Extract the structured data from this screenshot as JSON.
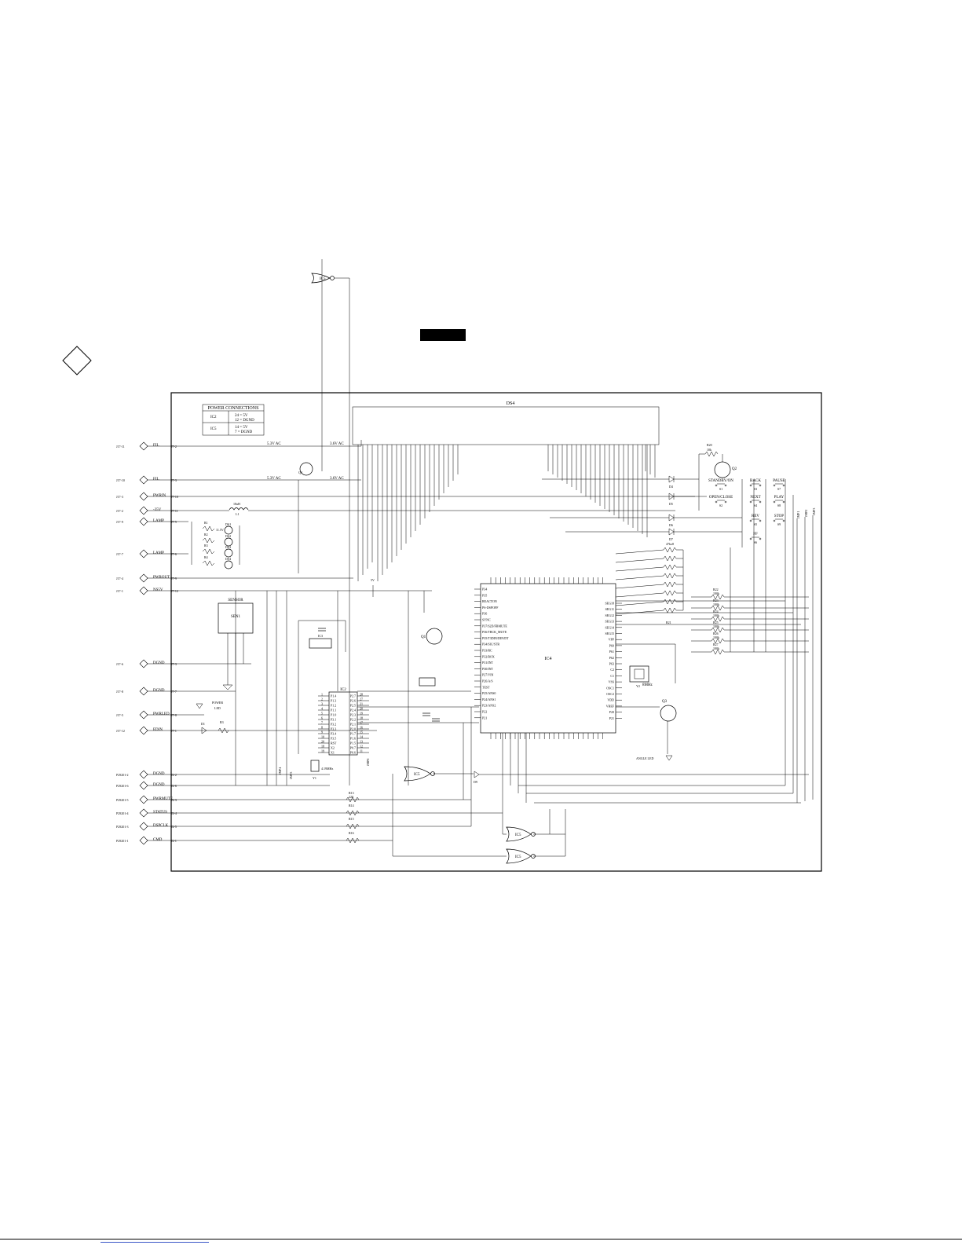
{
  "diagram": {
    "power_box": {
      "title": "POWER CONNECTIONS",
      "rows": [
        {
          "ic": "IC2",
          "pins": "24 = 5V",
          "pins2": "12 = DGND"
        },
        {
          "ic": "IC5",
          "pins": "14 = 5V",
          "pins2": "7 = DGND"
        }
      ]
    },
    "display_label": "DS4",
    "main_ic": "IC4",
    "left_connectors": [
      {
        "ref": "J17-11",
        "net": "FIL",
        "pin": "J7-2"
      },
      {
        "ref": "J17-10",
        "net": "FIL",
        "pin": "J7-3"
      },
      {
        "ref": "J17-3",
        "net": "PWRIN",
        "pin": "J7-10"
      },
      {
        "ref": "J17-2",
        "net": "-35V",
        "pin": "J7-11"
      },
      {
        "ref": "J17-9",
        "net": "LAMP",
        "pin": "J7-5"
      },
      {
        "ref": "J17-7",
        "net": "LAMP",
        "pin": "J7-6"
      },
      {
        "ref": "J17-4",
        "net": "PWROUT",
        "pin": "J7-9"
      },
      {
        "ref": "J17-1",
        "net": "NS5V",
        "pin": "J7-12"
      },
      {
        "ref": "J17-6",
        "net": "DGND",
        "pin": "J7-3"
      },
      {
        "ref": "J17-8",
        "net": "DGND",
        "pin": "J7-7"
      },
      {
        "ref": "J17-5",
        "net": "PWRLED",
        "pin": "J7-8"
      },
      {
        "ref": "J17-12",
        "net": "EDIN",
        "pin": "J7-1"
      },
      {
        "ref": "P29201-2",
        "net": "DGND",
        "pin": "J2-2"
      },
      {
        "ref": "P29201-6",
        "net": "DGND",
        "pin": "J2-6"
      },
      {
        "ref": "P29201-5",
        "net": "PWRMUTE",
        "pin": "J2-3"
      },
      {
        "ref": "P29201-4",
        "net": "STATUS",
        "pin": "J2-4"
      },
      {
        "ref": "P29201-3",
        "net": "DSPCLK",
        "pin": "J2-5"
      },
      {
        "ref": "P29201-1",
        "net": "CMD",
        "pin": "J2-1"
      }
    ],
    "rail_labels": [
      "5.3V AC",
      "5.3V AC",
      "3.6V AC",
      "3.6V AC",
      "5V"
    ],
    "switches": [
      {
        "ref": "S1",
        "label": "STANDBY/ON"
      },
      {
        "ref": "S3",
        "label": "BACK"
      },
      {
        "ref": "S7",
        "label": "PAUSE"
      },
      {
        "ref": "S2",
        "label": "OPEN/CLOSE"
      },
      {
        "ref": "S4",
        "label": "NEXT"
      },
      {
        "ref": "S8",
        "label": "PLAY"
      },
      {
        "ref": "S5",
        "label": "REV"
      },
      {
        "ref": "S9",
        "label": "STOP"
      },
      {
        "ref": "S6",
        "label": "FF"
      }
    ],
    "resistors": [
      {
        "ref": "R22",
        "val": "100k"
      },
      {
        "ref": "R23",
        "val": "100k"
      },
      {
        "ref": "R24",
        "val": "100k"
      },
      {
        "ref": "R25",
        "val": "100k"
      },
      {
        "ref": "R26",
        "val": "100k"
      },
      {
        "ref": "R27",
        "val": "100k"
      }
    ],
    "network": {
      "ref": "R21",
      "val": "47kx8"
    },
    "top_resistor": {
      "ref": "R20",
      "val": "10k"
    },
    "labels": {
      "sensor": "SENSOR",
      "sen1": "SEN1",
      "ic2": "IC2",
      "ic3": "IC3",
      "ic5a": "IC5",
      "ic5b": "IC5",
      "ic5c": "IC5",
      "ic5d": "IC5",
      "q1": "Q1",
      "q2": "Q2",
      "q3": "Q3",
      "q4": "Q4",
      "y1": "4.19MHz",
      "y2": "8MHz",
      "y1ref": "Y1",
      "y2ref": "Y2",
      "power_led": "POWER",
      "power_led2": "LED",
      "angle_led": "ANGLE LED",
      "l1": "L1",
      "l1v": "18uH",
      "ds1": "DS1",
      "ds2": "DS2",
      "ds3": "DS3",
      "ds4l": "DS4",
      "bulb": "11.5V",
      "ac": "AC",
      "r1": "R1",
      "r2": "R2",
      "r3": "R3",
      "r4": "R4",
      "r22v": "22",
      "d4": "D4",
      "d5": "D5",
      "d6": "D6",
      "d7": "D7",
      "d1": "D1",
      "d9": "D9",
      "r13": "R13",
      "r14": "R14",
      "r15": "R15",
      "r16": "R16",
      "r220": "220",
      "jmp1": "JMP1",
      "jmp2": "JMP2",
      "jmp3": "JMP3",
      "jmp4": "JMP4",
      "jmp5": "JMP5",
      "jmp6": "JMP6"
    },
    "ic4_left_pins": [
      "P34",
      "P35",
      "REACTON",
      "PS-DSPOFF",
      "P36",
      "SYNC",
      "P37/S2D/FBMUTE",
      "P36/TBCK_MUTE",
      "P35/T3DIN/DIN/DT",
      "P34/SIC/STR",
      "P33/RC",
      "P32/ROX",
      "P31/INT",
      "P30/INT",
      "P27/VIN",
      "P26/A/S",
      "TEST",
      "P25/ANS0",
      "P24/ANS1",
      "P23/ANS2",
      "P22",
      "P21"
    ],
    "ic4_right_pins": [
      "SEG18",
      "SEG11",
      "SEG12",
      "SEG13",
      "SEG14",
      "SEG15",
      "VPP",
      "P60",
      "P61",
      "P62",
      "P63",
      "C2",
      "C1",
      "VSS",
      "OSC1",
      "OSC2",
      "VDD",
      "VREF",
      "P20",
      "P21"
    ],
    "ic2_left_pins": [
      "P1.4",
      "P1.3",
      "P1.2",
      "P1.1",
      "P1.0",
      "P3.1",
      "P3.2",
      "P3.3",
      "P3.4",
      "P3.5",
      "RST",
      "X2",
      "X1"
    ],
    "ic2_right_pins": [
      "P2.7",
      "P2.6",
      "P2.5",
      "P2.4",
      "P2.3",
      "P2.2",
      "P2.1",
      "P2.0",
      "P1.7",
      "P1.6",
      "P1.5",
      "P0.7",
      "P0.6"
    ],
    "ic2_left_nums": [
      "1",
      "2",
      "3",
      "4",
      "5",
      "6",
      "7",
      "8",
      "9",
      "10",
      "20",
      "18",
      "19"
    ],
    "ic2_right_nums": [
      "28",
      "27",
      "21",
      "20",
      "19",
      "18",
      "17",
      "16",
      "15",
      "14",
      "13",
      "12",
      "11"
    ]
  }
}
